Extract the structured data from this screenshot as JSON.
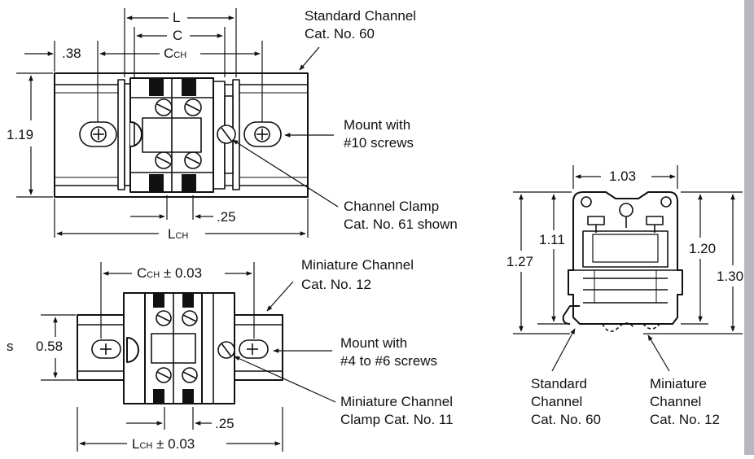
{
  "colors": {
    "ink": "#111111",
    "background": "#ffffff",
    "edge": "#b7b7bf"
  },
  "top_view": {
    "dims": {
      "L": "L",
      "C": "C",
      "C_CH": "C",
      "C_CH_sub": "CH",
      "left_offset": ".38",
      "height": "1.19",
      "gap": ".25",
      "L_CH": "L",
      "L_CH_sub": "CH"
    },
    "callouts": {
      "standard_channel_1": "Standard Channel",
      "standard_channel_2": "Cat. No. 60",
      "mount_1": "Mount with",
      "mount_2": "#10 screws",
      "clamp_1": "Channel Clamp",
      "clamp_2": "Cat. No. 61 shown"
    }
  },
  "bottom_view": {
    "dims": {
      "C_CH": "C",
      "C_CH_sub": "CH",
      "C_CH_tol": "± 0.03",
      "height": "0.58",
      "gap": ".25",
      "L_CH": "L",
      "L_CH_sub": "CH",
      "L_CH_tol": "± 0.03",
      "cut_left": "s"
    },
    "callouts": {
      "mini_channel_1": "Miniature Channel",
      "mini_channel_2": "Cat. No. 12",
      "mount_1": "Mount with",
      "mount_2": "#4 to #6 screws",
      "clamp_1": "Miniature Channel",
      "clamp_2": "Clamp Cat. No. 11"
    }
  },
  "side_view": {
    "dims": {
      "width": "1.03",
      "h1": "1.11",
      "h2": "1.27",
      "h3": "1.20",
      "h4": "1.30"
    },
    "callouts": {
      "standard_1": "Standard",
      "standard_2": "Channel",
      "standard_3": "Cat. No. 60",
      "mini_1": "Miniature",
      "mini_2": "Channel",
      "mini_3": "Cat. No. 12"
    }
  }
}
